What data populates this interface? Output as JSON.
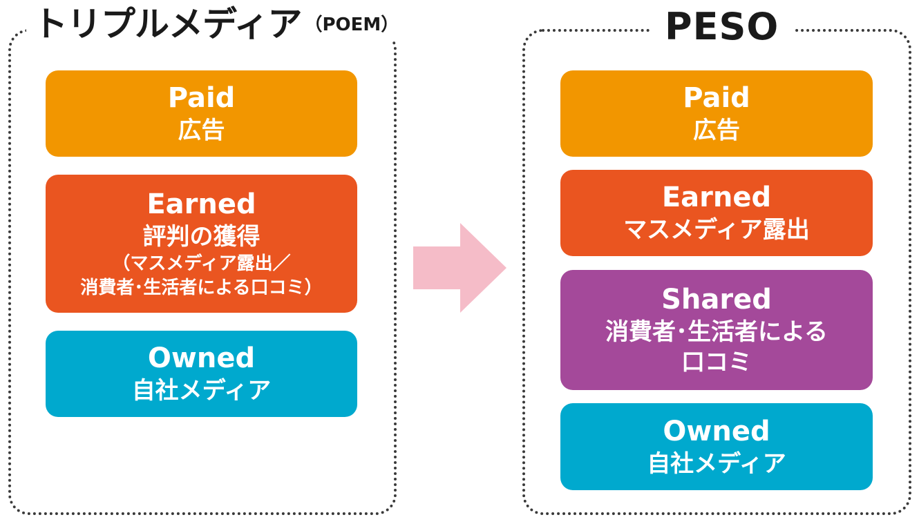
{
  "left": {
    "title": "トリプルメディア",
    "title_sub": "（POEM）",
    "boxes": {
      "paid": {
        "en": "Paid",
        "jp": "広告"
      },
      "earned": {
        "en": "Earned",
        "jp": "評判の獲得",
        "note_line1": "（マスメディア露出／",
        "note_line2": "消費者･生活者による口コミ）"
      },
      "owned": {
        "en": "Owned",
        "jp": "自社メディア"
      }
    }
  },
  "right": {
    "title": "PESO",
    "boxes": {
      "paid": {
        "en": "Paid",
        "jp": "広告"
      },
      "earned": {
        "en": "Earned",
        "jp": "マスメディア露出"
      },
      "shared": {
        "en": "Shared",
        "jp_line1": "消費者･生活者による",
        "jp_line2": "口コミ"
      },
      "owned": {
        "en": "Owned",
        "jp": "自社メディア"
      }
    }
  },
  "colors": {
    "paid": "#f29600",
    "earned": "#ea5520",
    "shared": "#a4499a",
    "owned": "#00a9ce",
    "arrow": "#f5bcc8"
  },
  "arrow_icon": "right-arrow-icon"
}
